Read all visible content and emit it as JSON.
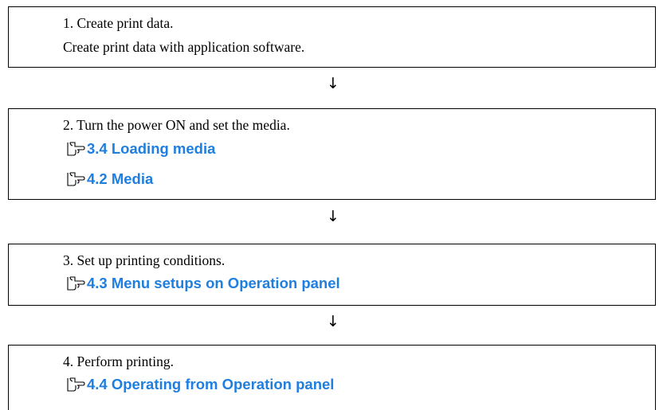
{
  "steps": [
    {
      "title": "1. Create print data.",
      "description": "Create print data with application software."
    },
    {
      "title": "2. Turn the power ON and set the media.",
      "refs": [
        {
          "icon": "reference-hand-icon",
          "text": "3.4 Loading media"
        },
        {
          "icon": "reference-hand-icon",
          "text": "4.2 Media"
        }
      ]
    },
    {
      "title": "3. Set up printing conditions.",
      "refs": [
        {
          "icon": "reference-hand-icon",
          "text": "4.3 Menu setups on Operation panel"
        }
      ]
    },
    {
      "title": "4. Perform printing.",
      "refs": [
        {
          "icon": "reference-hand-icon",
          "text": "4.4 Operating from Operation panel"
        }
      ]
    }
  ],
  "arrow_glyph": "↓",
  "colors": {
    "link": "#1f7fe0",
    "border": "#000000",
    "text": "#000000"
  }
}
